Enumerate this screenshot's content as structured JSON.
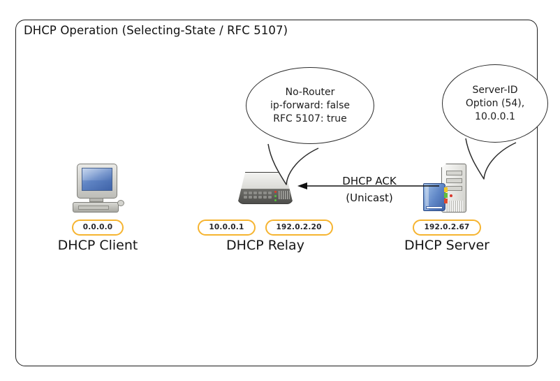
{
  "diagram": {
    "title": "DHCP Operation (Selecting-State / RFC 5107)",
    "accent_color": "#f6b430",
    "frame_color": "#1b1b1b"
  },
  "nodes": [
    {
      "id": "client",
      "label": "DHCP Client",
      "icon": "desktop-computer-icon",
      "badges": [
        "0.0.0.0"
      ]
    },
    {
      "id": "relay",
      "label": "DHCP Relay",
      "icon": "network-switch-icon",
      "badges": [
        "10.0.0.1",
        "192.0.2.20"
      ]
    },
    {
      "id": "server",
      "label": "DHCP Server",
      "icon": "server-tower-icon",
      "badges": [
        "192.0.2.67"
      ]
    }
  ],
  "bubbles": [
    {
      "id": "relay-note",
      "lines": [
        "No-Router",
        "ip-forward: false",
        "RFC 5107: true"
      ]
    },
    {
      "id": "server-note",
      "lines": [
        "Server-ID",
        "Option (54),",
        "10.0.0.1"
      ]
    }
  ],
  "flow": {
    "label_top": "DHCP ACK",
    "label_bottom": "(Unicast)",
    "direction": "server-to-relay"
  }
}
